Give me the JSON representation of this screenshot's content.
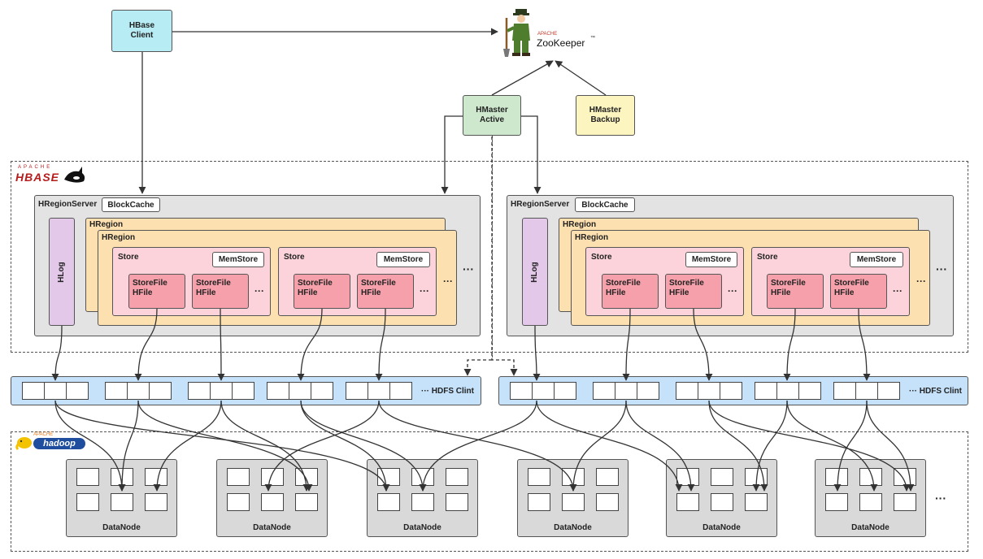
{
  "client": {
    "line1": "HBase",
    "line2": "Client"
  },
  "zookeeper": {
    "apache": "APACHE",
    "name": "ZooKeeper",
    "tm": "™"
  },
  "master_active": {
    "line1": "HMaster",
    "line2": "Active"
  },
  "master_backup": {
    "line1": "HMaster",
    "line2": "Backup"
  },
  "hbase_logo": {
    "apache": "APACHE",
    "name": "HBASE"
  },
  "hadoop_logo": {
    "apache": "APACHE",
    "name": "hadoop"
  },
  "region_server": {
    "title": "HRegionServer",
    "blockcache": "BlockCache",
    "hlog": "HLog",
    "hregion": "HRegion",
    "store": "Store",
    "memstore": "MemStore",
    "storefile_line1": "StoreFile",
    "storefile_line2": "HFile",
    "ellipsis": "···"
  },
  "hdfs_client": {
    "label": "··· HDFS Clint"
  },
  "datanode": {
    "label": "DataNode"
  },
  "more": "···",
  "colors": {
    "client": "#b7ecf5",
    "master_active": "#cde8cd",
    "master_backup": "#fdf5c0",
    "server": "#e3e3e3",
    "region": "#fde0b0",
    "store": "#fcd3da",
    "storefile": "#f5a0aa",
    "hlog": "#e3c8ea",
    "hdfs": "#c5e2fa"
  }
}
